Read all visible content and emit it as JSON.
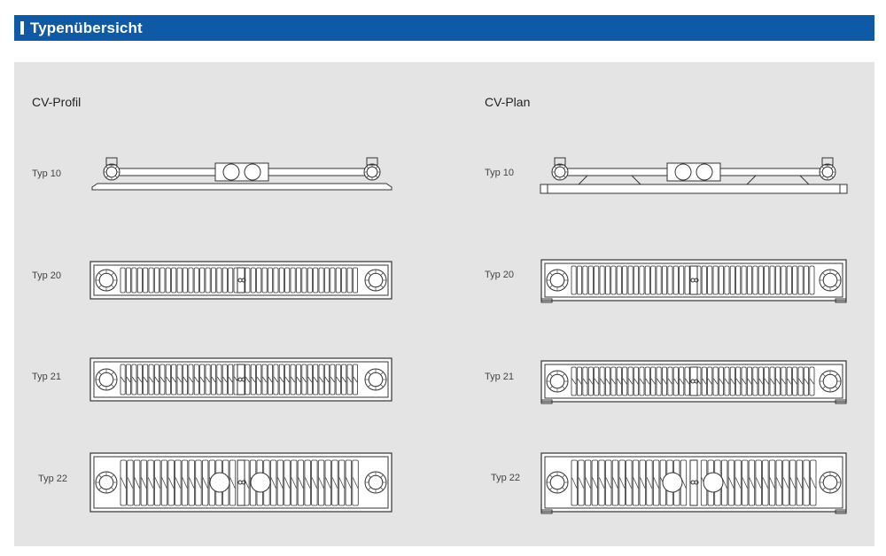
{
  "header": {
    "title": "Typenübersicht"
  },
  "columns": [
    {
      "title": "CV-Profil",
      "rows": [
        {
          "label": "Typ 10"
        },
        {
          "label": "Typ 20"
        },
        {
          "label": "Typ 21"
        },
        {
          "label": "Typ 22"
        }
      ]
    },
    {
      "title": "CV-Plan",
      "rows": [
        {
          "label": "Typ 10"
        },
        {
          "label": "Typ 20"
        },
        {
          "label": "Typ 21"
        },
        {
          "label": "Typ 22"
        }
      ]
    }
  ],
  "colors": {
    "header_bg": "#0e5aa7",
    "panel_bg": "#e4e4e4"
  }
}
